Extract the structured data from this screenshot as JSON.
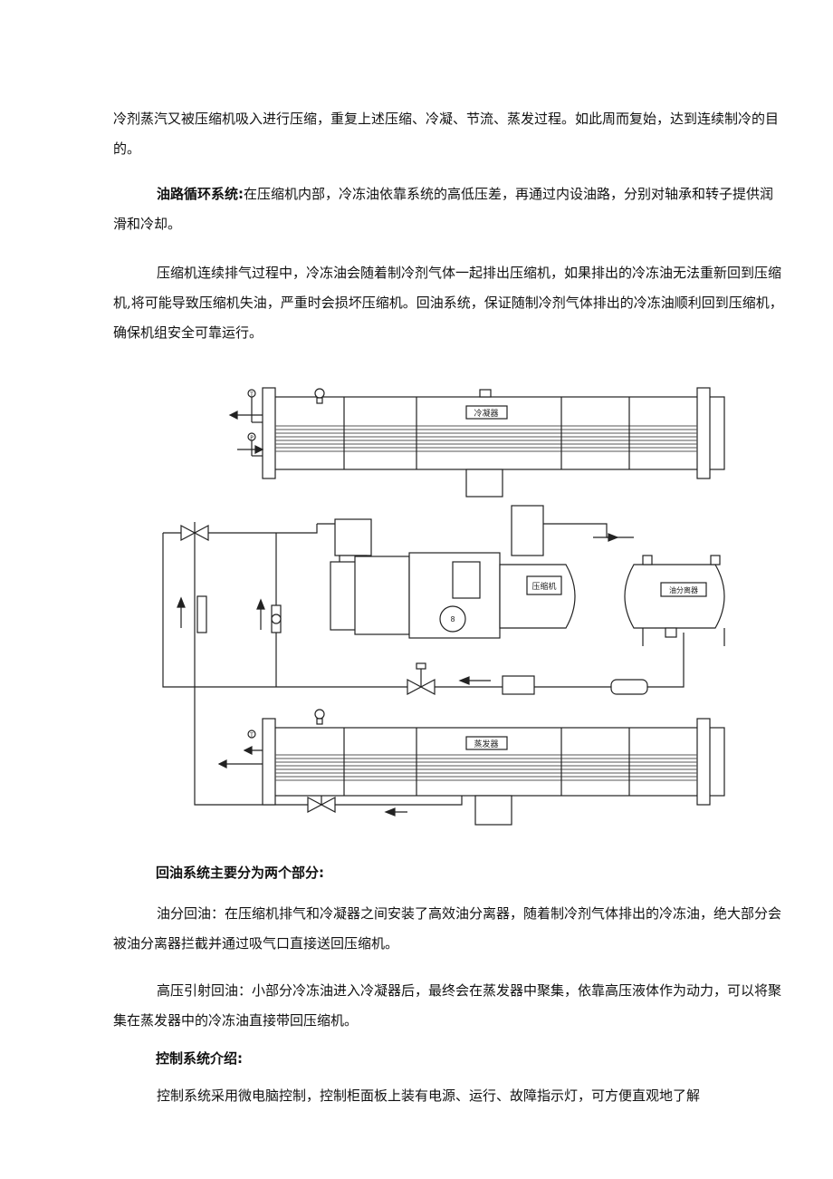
{
  "paragraphs": {
    "p1": "冷剂蒸汽又被压缩机吸入进行压缩，重复上述压缩、冷凝、节流、蒸发过程。如此周而复始，达到连续制冷的目的。",
    "p2_label": "油路循环系统:",
    "p2_text": "在压缩机内部，冷冻油依靠系统的高低压差，再通过内设油路，分别对轴承和转子提供润滑和冷却。",
    "p3": "压缩机连续排气过程中，冷冻油会随着制冷剂气体一起排出压缩机，如果排出的冷冻油无法重新回到压缩机,将可能导致压缩机失油，严重时会损坏压缩机。回油系统，保证随制冷剂气体排出的冷冻油顺利回到压缩机，确保机组安全可靠运行。",
    "h_return": "回油系统主要分为两个部分:",
    "p4": "油分回油：在压缩机排气和冷凝器之间安装了高效油分离器，随着制冷剂气体排出的冷冻油，绝大部分会被油分离器拦截并通过吸气口直接送回压缩机。",
    "p5": "高压引射回油：小部分冷冻油进入冷凝器后，最终会在蒸发器中聚集，依靠高压液体作为动力，可以将聚集在蒸发器中的冷冻油直接带回压缩机。",
    "h_control": "控制系统介绍:",
    "p6": "控制系统采用微电脑控制，控制柜面板上装有电源、运行、故障指示灯，可方便直观地了解"
  },
  "diagram": {
    "condenser_label": "冷凝器",
    "evaporator_label": "蒸发器",
    "compressor_label": "压缩机",
    "oil_separator_label": "油分离器",
    "gauge_label_t": "T",
    "gauge_label_p": "P",
    "sight_glass_label": "8"
  }
}
